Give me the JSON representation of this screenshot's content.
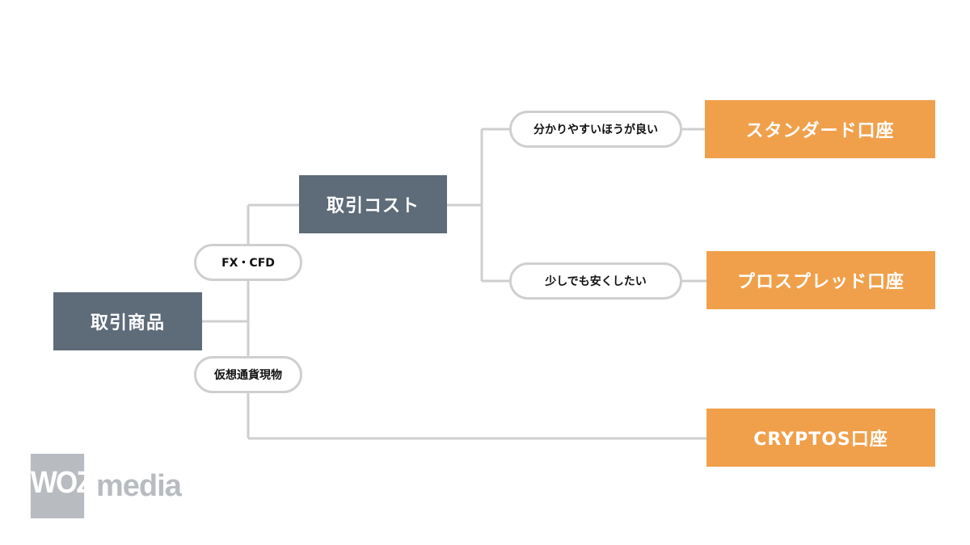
{
  "nodes": {
    "root": "取引商品",
    "cost": "取引コスト",
    "standard": "スタンダード口座",
    "prospread": "プロスプレッド口座",
    "cryptos": "CRYPTOS口座"
  },
  "labels": {
    "fx_cfd": "FX・CFD",
    "crypto_spot": "仮想通貨現物",
    "easy": "分かりやすいほうが良い",
    "cheap": "少しでも安くしたい"
  },
  "logo": {
    "woz": "WOZ",
    "media": "media"
  },
  "colors": {
    "gray_box": "#5e6b78",
    "orange_box": "#f0a04b",
    "connector": "#cfcfcf",
    "logo": "#b8bcc0"
  }
}
